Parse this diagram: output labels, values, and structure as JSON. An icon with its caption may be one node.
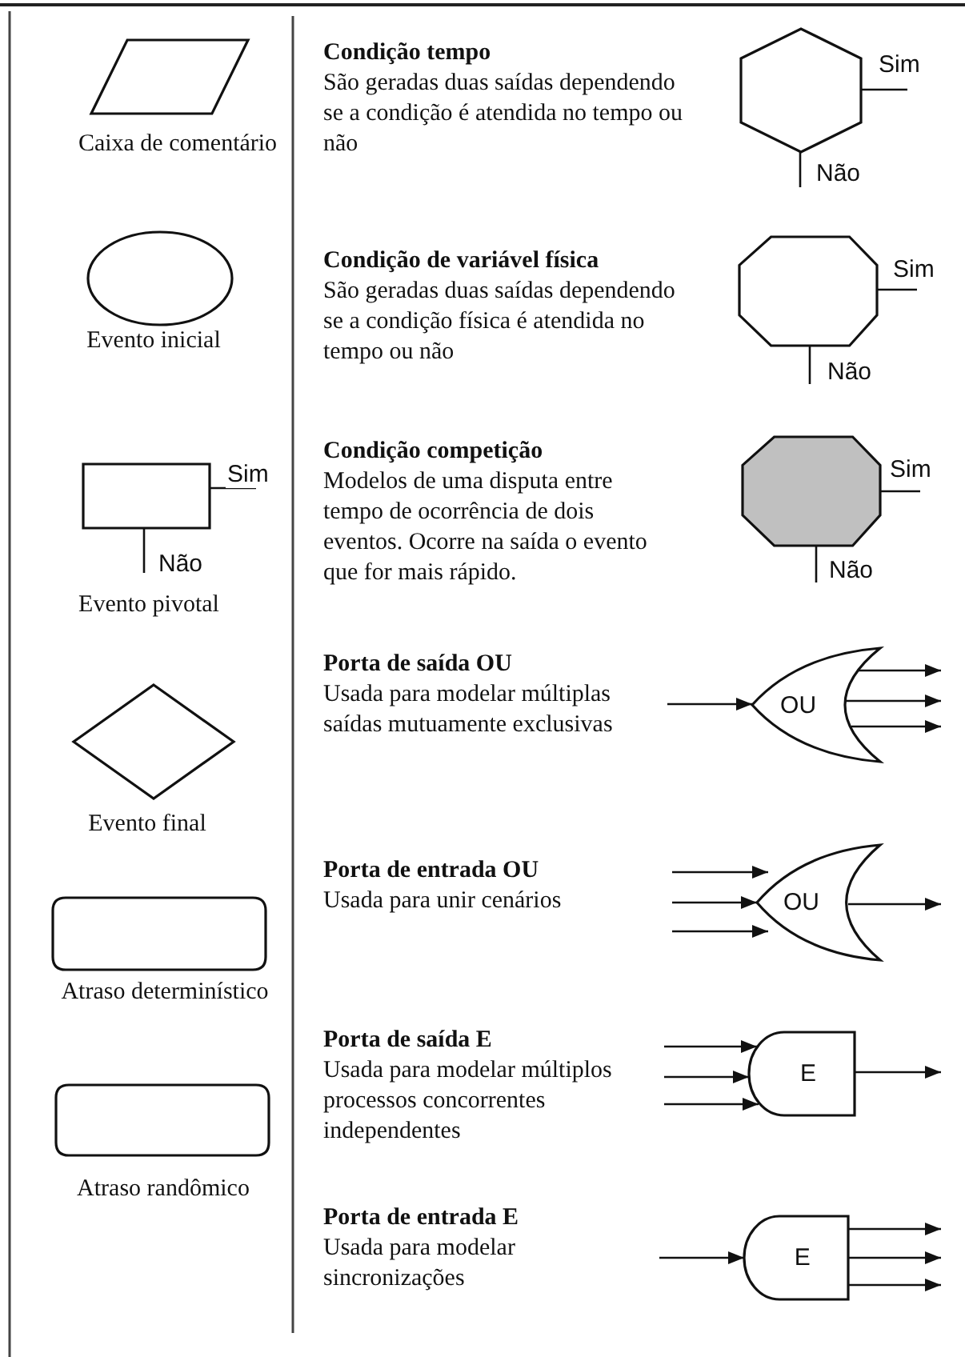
{
  "diagram": {
    "nodes": [
      {
        "text": [],
        "shape": "parallelogram",
        "beside": [
          "Caixa de comentário"
        ]
      },
      {
        "text": [],
        "shape": "ellipse",
        "beside": [
          "Evento inicial"
        ]
      },
      {
        "text": [],
        "shape": "box",
        "beside": [
          "Evento pivotal"
        ]
      },
      {
        "text": [],
        "shape": "diamond",
        "beside": [
          "Evento final"
        ]
      },
      {
        "text": [],
        "shape": "box",
        "beside": [
          "Atraso determinístico"
        ]
      },
      {
        "text": [],
        "shape": "box",
        "beside": [
          "Atraso randômico"
        ]
      },
      {
        "text": [],
        "shape": "hexagon"
      },
      {
        "text": [],
        "shape": "octagon"
      },
      {
        "text": [],
        "shape": "octagon"
      },
      {
        "text": [
          "OU"
        ]
      },
      {
        "text": [
          "OU"
        ]
      },
      {
        "text": [
          "E"
        ]
      },
      {
        "text": [
          "E"
        ]
      }
    ],
    "edges": [
      {
        "from": 2,
        "to": null,
        "arrow": "none",
        "label": "Sim"
      },
      {
        "from": 2,
        "to": null,
        "arrow": "none",
        "label": "Não"
      },
      {
        "from": 6,
        "to": null,
        "arrow": "none",
        "label": "Sim"
      },
      {
        "from": 6,
        "to": null,
        "arrow": "none",
        "label": "Não"
      },
      {
        "from": 7,
        "to": null,
        "arrow": "none",
        "label": "Sim"
      },
      {
        "from": 7,
        "to": null,
        "arrow": "none",
        "label": "Não"
      },
      {
        "from": 8,
        "to": null,
        "arrow": "none",
        "label": "Sim"
      },
      {
        "from": 8,
        "to": null,
        "arrow": "none",
        "label": "Não"
      },
      {
        "from": null,
        "to": 9,
        "arrow": "to"
      },
      {
        "from": 9,
        "to": null,
        "arrow": "to"
      },
      {
        "from": 9,
        "to": null,
        "arrow": "to"
      },
      {
        "from": 9,
        "to": null,
        "arrow": "to"
      },
      {
        "from": null,
        "to": 10,
        "arrow": "to"
      },
      {
        "from": null,
        "to": 10,
        "arrow": "to"
      },
      {
        "from": null,
        "to": 10,
        "arrow": "to"
      },
      {
        "from": 10,
        "to": null,
        "arrow": "to"
      },
      {
        "from": null,
        "to": 11,
        "arrow": "to"
      },
      {
        "from": null,
        "to": 11,
        "arrow": "to"
      },
      {
        "from": null,
        "to": 11,
        "arrow": "to"
      },
      {
        "from": 11,
        "to": null,
        "arrow": "to"
      },
      {
        "from": null,
        "to": 12,
        "arrow": "to"
      },
      {
        "from": 12,
        "to": null,
        "arrow": "to"
      },
      {
        "from": 12,
        "to": null,
        "arrow": "to"
      },
      {
        "from": 12,
        "to": null,
        "arrow": "to"
      }
    ],
    "labels": [
      "Condição tempo",
      "São geradas duas saídas dependendo se a condição é atendida no tempo ou não",
      "Condição de variável física",
      "São geradas duas saídas dependendo se a condição física é atendida no tempo ou não",
      "Condição competição",
      "Modelos de uma disputa entre tempo de ocorrência de dois eventos. Ocorre na saída o evento que for mais rápido.",
      "Porta de saída OU",
      "Usada para modelar múltiplas saídas mutuamente exclusivas",
      "Porta de entrada OU",
      "Usada para unir cenários",
      "Porta de saída E",
      "Usada para modelar múltiplos processos concorrentes independentes",
      "Porta de entrada E",
      "Usada para modelar sincronizações"
    ]
  }
}
